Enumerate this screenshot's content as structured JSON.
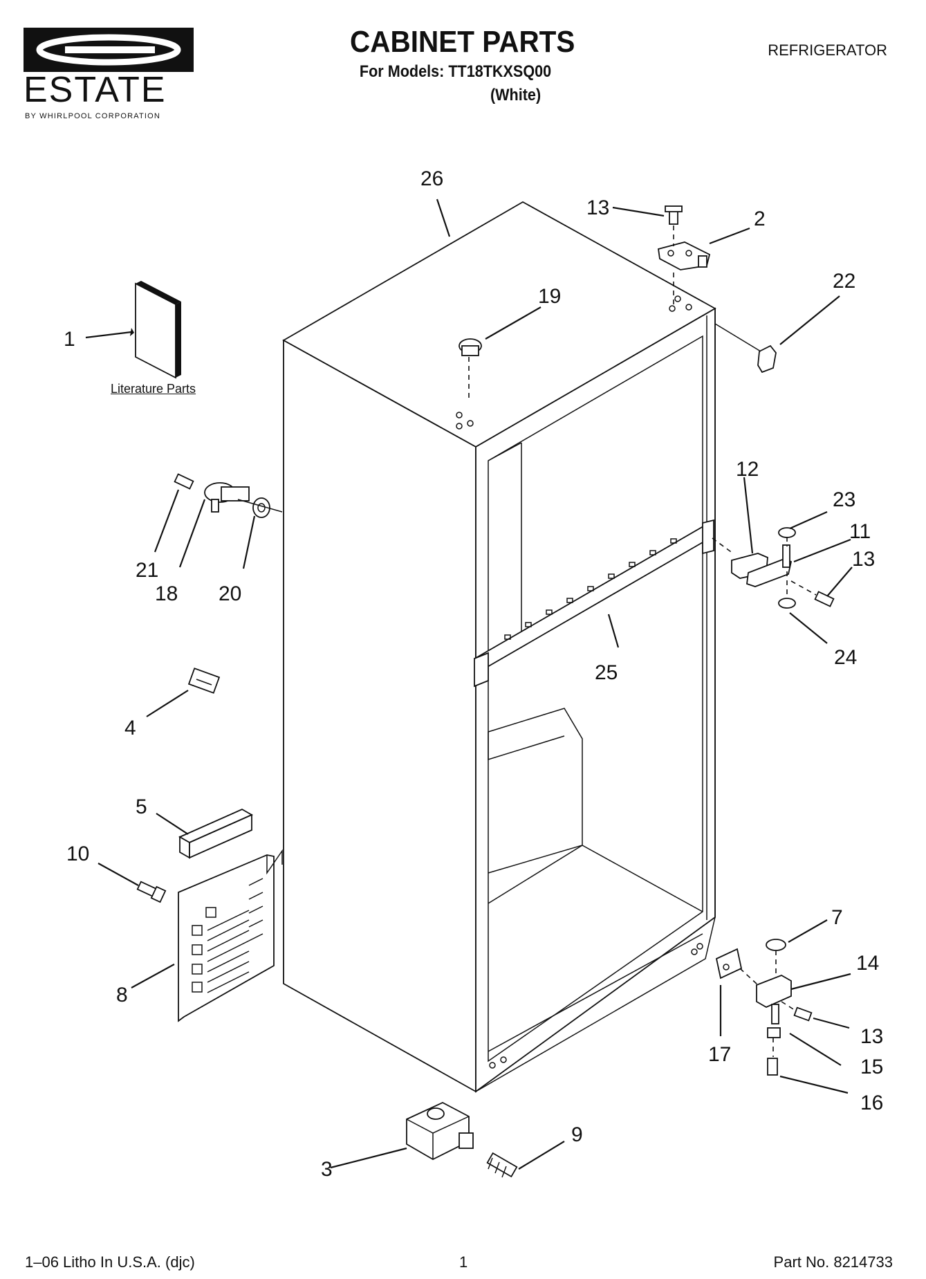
{
  "header": {
    "brand": "ESTATE",
    "brand_sub": "BY WHIRLPOOL CORPORATION",
    "title": "CABINET PARTS",
    "models": "For Models: TT18TKXSQ00",
    "variant": "(White)",
    "category": "REFRIGERATOR"
  },
  "literature_label": "Literature Parts",
  "callouts": {
    "c1": "1",
    "c2": "2",
    "c3": "3",
    "c4": "4",
    "c5": "5",
    "c7": "7",
    "c8": "8",
    "c9": "9",
    "c10": "10",
    "c11": "11",
    "c12": "12",
    "c13a": "13",
    "c13b": "13",
    "c13c": "13",
    "c14": "14",
    "c15": "15",
    "c16": "16",
    "c17": "17",
    "c18": "18",
    "c19": "19",
    "c20": "20",
    "c21": "21",
    "c22": "22",
    "c23": "23",
    "c24": "24",
    "c25": "25",
    "c26": "26"
  },
  "footer": {
    "litho": "1–06 Litho In U.S.A. (djc)",
    "page": "1",
    "part_no": "Part No. 8214733"
  }
}
